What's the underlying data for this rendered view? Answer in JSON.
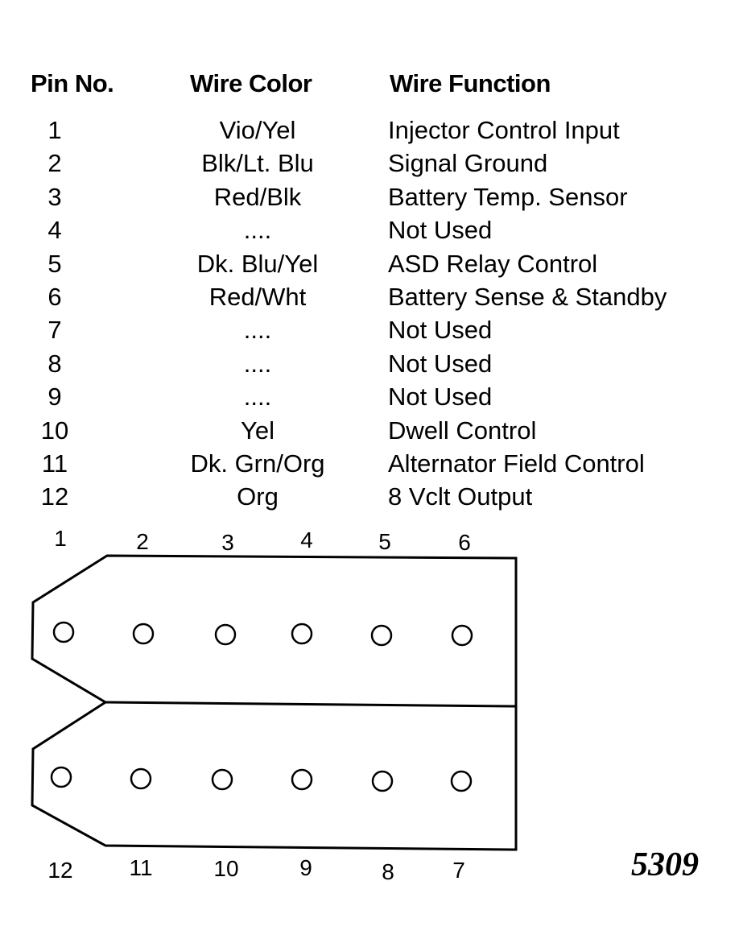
{
  "headers": {
    "pin": "Pin No.",
    "color": "Wire Color",
    "function": "Wire Function"
  },
  "rows": [
    {
      "pin": "1",
      "color": "Vio/Yel",
      "function": "Injector Control Input"
    },
    {
      "pin": "2",
      "color": "Blk/Lt. Blu",
      "function": "Signal Ground"
    },
    {
      "pin": "3",
      "color": "Red/Blk",
      "function": "Battery Temp. Sensor"
    },
    {
      "pin": "4",
      "color": "....",
      "function": "Not Used"
    },
    {
      "pin": "5",
      "color": "Dk. Blu/Yel",
      "function": "ASD Relay Control"
    },
    {
      "pin": "6",
      "color": "Red/Wht",
      "function": "Battery Sense & Standby"
    },
    {
      "pin": "7",
      "color": "....",
      "function": "Not Used"
    },
    {
      "pin": "8",
      "color": "....",
      "function": "Not Used"
    },
    {
      "pin": "9",
      "color": "....",
      "function": "Not Used"
    },
    {
      "pin": "10",
      "color": "Yel",
      "function": "Dwell Control"
    },
    {
      "pin": "11",
      "color": "Dk. Grn/Org",
      "function": "Alternator Field Control"
    },
    {
      "pin": "12",
      "color": "Org",
      "function": "8 Vclt Output"
    }
  ],
  "connector": {
    "top_pin_labels": [
      "1",
      "2",
      "3",
      "4",
      "5",
      "6"
    ],
    "bottom_pin_labels": [
      "12",
      "11",
      "10",
      "9",
      "8",
      "7"
    ]
  },
  "figure_number": "5309"
}
